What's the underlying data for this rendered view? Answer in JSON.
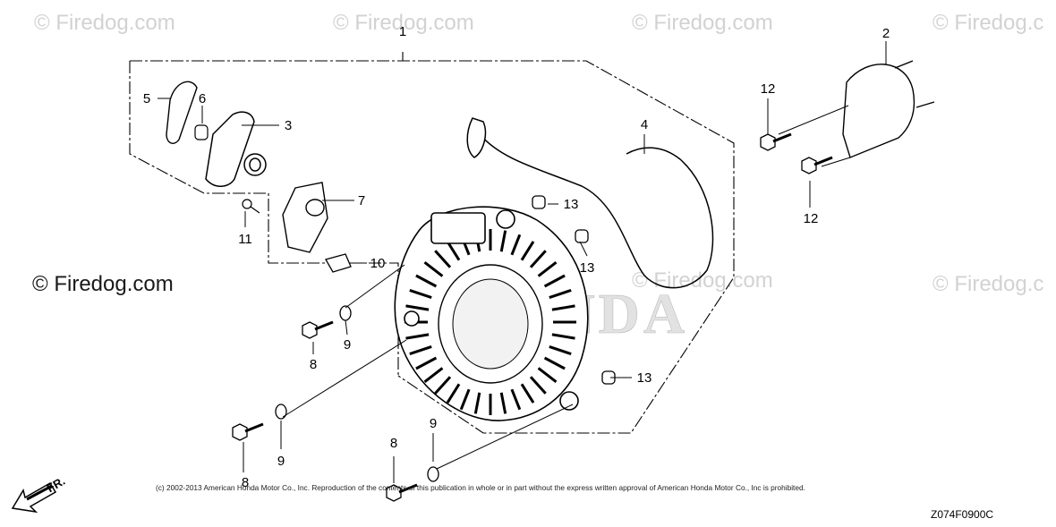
{
  "watermarks": {
    "main": "© Firedog.com",
    "top_1": "© Firedog.com",
    "top_2": "© Firedog.com",
    "top_3": "© Firedog.com",
    "top_4": "© Firedog.c",
    "mid_center": "© Firedog.com",
    "mid_right": "© Firedog.c"
  },
  "brand_mark": "HONDA",
  "callouts": {
    "p1": "1",
    "p2": "2",
    "p3": "3",
    "p4": "4",
    "p5": "5",
    "p6": "6",
    "p7": "7",
    "p8a": "8",
    "p8b": "8",
    "p8c": "8",
    "p9a": "9",
    "p9b": "9",
    "p9c": "9",
    "p10": "10",
    "p11": "11",
    "p12a": "12",
    "p12b": "12",
    "p13a": "13",
    "p13b": "13",
    "p13c": "13"
  },
  "direction_label": "FR.",
  "copyright": "(c) 2002-2013 American Honda Motor Co., Inc. Reproduction of the contents of this publication in whole or in part without the express written approval of American Honda Motor Co., Inc is prohibited.",
  "diagram_code": "Z074F0900C"
}
